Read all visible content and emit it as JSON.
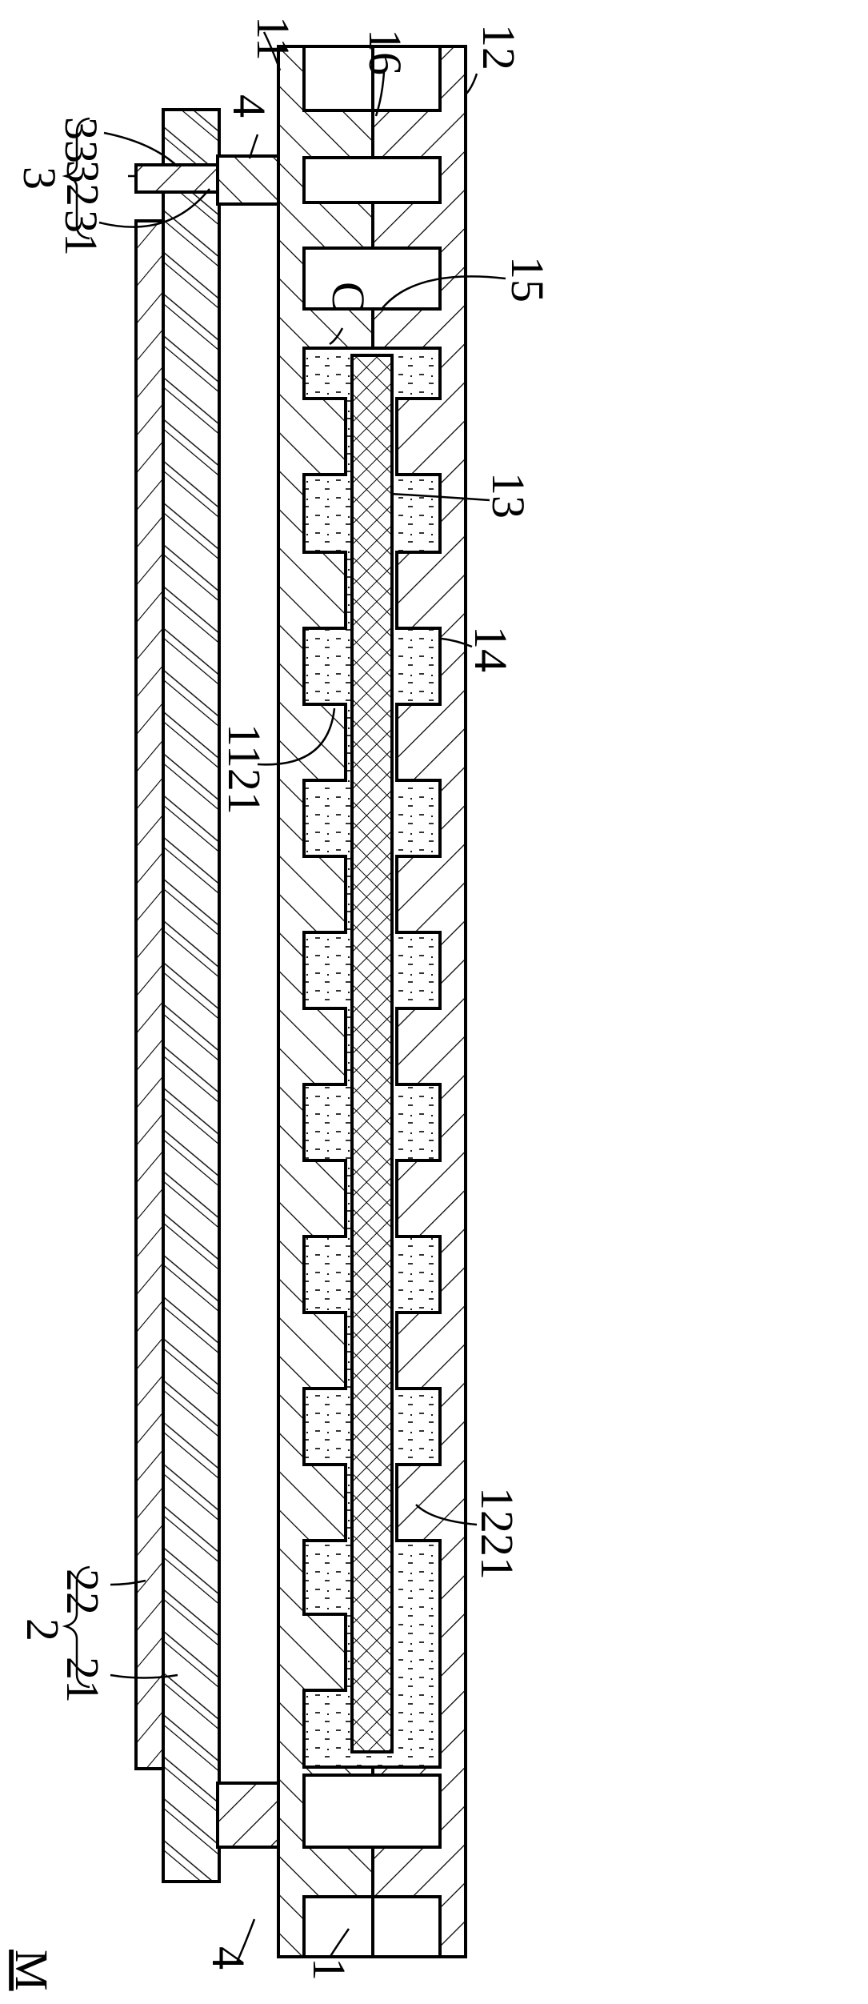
{
  "figure": {
    "labels": {
      "l11": "11",
      "l16": "16",
      "l12": "12",
      "l4_top": "4",
      "l3": "3",
      "l33": "33",
      "l32": "32",
      "l31": "31",
      "lC": "C",
      "l15": "15",
      "l13": "13",
      "l14": "14",
      "l1121": "1121",
      "l1221": "1221",
      "l2": "2",
      "l22": "22",
      "l21": "21",
      "l4_bottom": "4",
      "lM": "M",
      "l1": "1"
    }
  }
}
